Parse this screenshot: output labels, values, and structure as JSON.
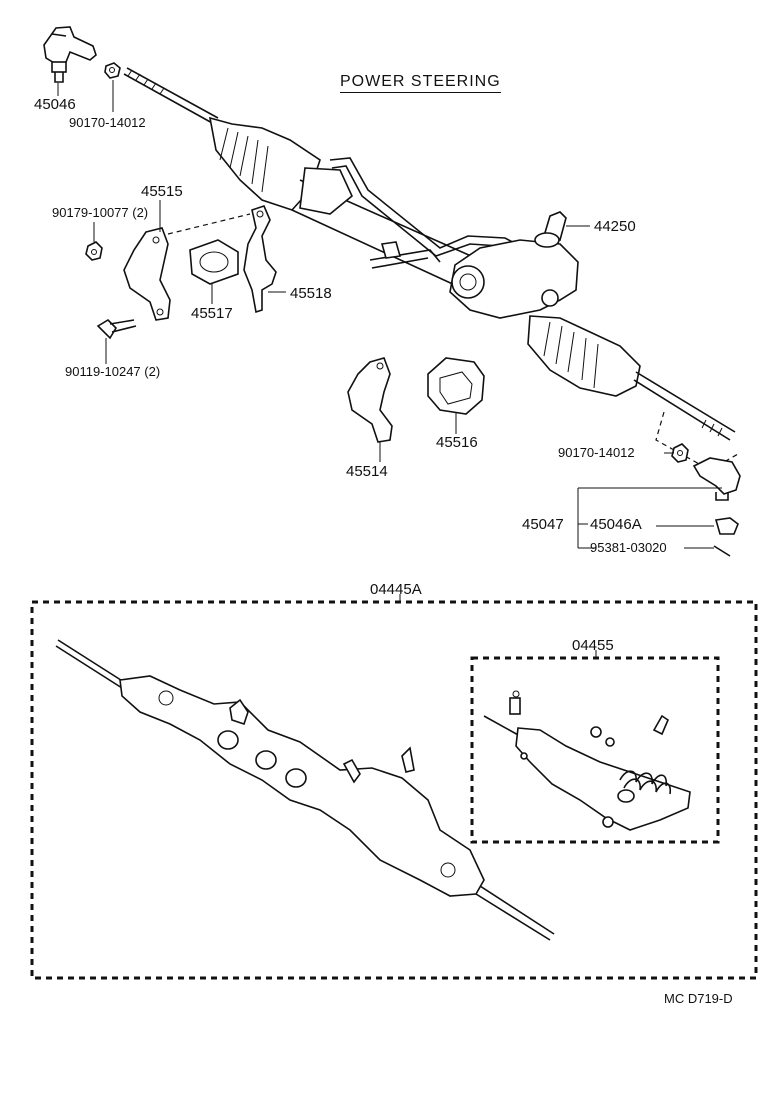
{
  "diagram": {
    "title": "POWER STEERING",
    "parts": {
      "tie_rod_end_left": "45046",
      "nut_left": "90170-14012",
      "nut_bracket": "90179-10077 (2)",
      "bracket_upper": "45515",
      "bolt": "90119-10247 (2)",
      "bushing_45517": "45517",
      "bracket_45518": "45518",
      "valve_44250": "44250",
      "bracket_45514": "45514",
      "grommet_45516": "45516",
      "nut_right": "90170-14012",
      "tie_rod_assy": "45047",
      "tie_rod_end_right": "45046A",
      "cotter_pin": "95381-03020"
    },
    "kit_outer": "04445A",
    "kit_inner": "04455",
    "footer": "MC  D719-D"
  }
}
